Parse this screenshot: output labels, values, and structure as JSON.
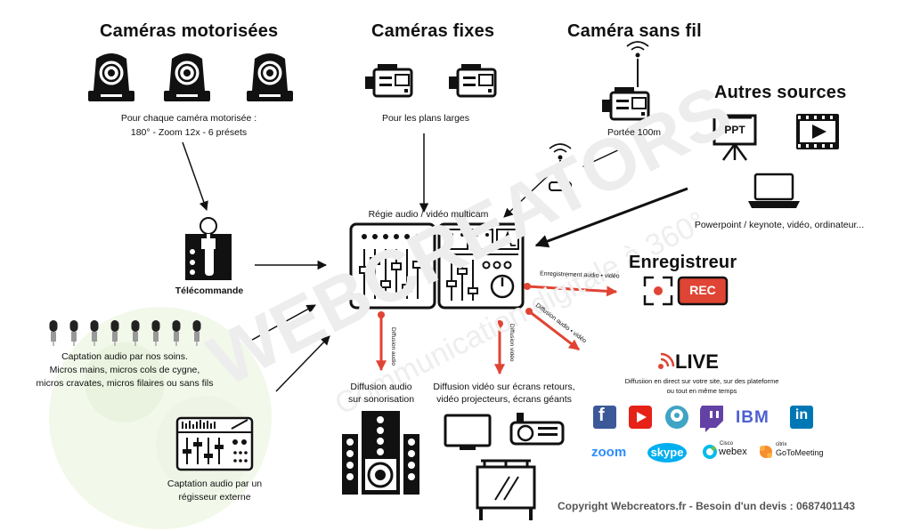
{
  "headings": {
    "motorized": "Caméras motorisées",
    "fixed": "Caméras fixes",
    "wireless": "Caméra sans fil",
    "other": "Autres sources",
    "recorder": "Enregistreur"
  },
  "captions": {
    "motorized_l1": "Pour chaque caméra motorisée :",
    "motorized_l2": "180° - Zoom 12x - 6 présets",
    "fixed": "Pour les plans larges",
    "wireless": "Portée 100m",
    "other": "Powerpoint / keynote, vidéo, ordinateur...",
    "remote": "Télécommande",
    "mixer": "Régie audio / vidéo multicam",
    "mics_l1": "Captation audio par nos soins.",
    "mics_l2": "Micros mains, micros cols de cygne,",
    "mics_l3": "micros cravates, micros filaires ou sans fils",
    "external_l1": "Captation audio par un",
    "external_l2": "régisseur externe",
    "audio_out_l1": "Diffusion audio",
    "audio_out_l2": "sur sonorisation",
    "video_out_l1": "Diffusion vidéo sur écrans retours,",
    "video_out_l2": "vidéo projecteurs, écrans géants",
    "live_l1": "Diffusiion en direct sur votre site, sur des plateforme",
    "live_l2": "ou tout en même temps"
  },
  "arrow_labels": {
    "rec": "Enregistrement audio • vidéo",
    "live": "Diffusion audio • vidéo",
    "audio": "Diffusion audio",
    "video": "Diffusion vidéo"
  },
  "icon_text": {
    "ppt": "PPT",
    "rec": "REC",
    "live": "LIVE"
  },
  "platforms": {
    "ibm": "IBM",
    "linkedin": "in",
    "zoom": "zoom",
    "skype": "skype",
    "webex_small": "Cisco",
    "webex": "webex",
    "gotomeeting_small": "citrix",
    "gotomeeting": "GoToMeeting"
  },
  "watermark": {
    "brand": "WEBCREATORS",
    "tagline": "Communication digitale à 360°"
  },
  "copyright": "Copyright Webcreators.fr - Besoin d'un devis : 0687401143",
  "colors": {
    "accent_red": "#e04434",
    "text": "#111111",
    "facebook": "#3b5998",
    "youtube": "#e62117",
    "periscope": "#40a4c4",
    "twitch": "#6441a5",
    "ibm": "#4c5fd1",
    "linkedin": "#0077b5",
    "zoom": "#2d8cff",
    "skype": "#00aff0",
    "copyright": "#555555"
  }
}
